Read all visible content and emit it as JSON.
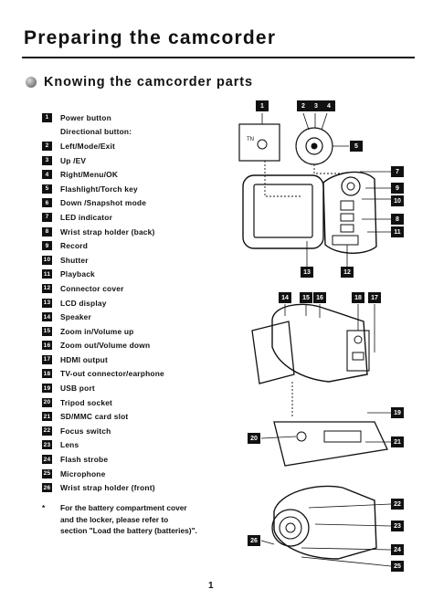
{
  "header": {
    "title": "Preparing the camcorder",
    "section_title": "Knowing the camcorder parts"
  },
  "parts": [
    {
      "num": "1",
      "label": "Power button"
    },
    {
      "num": "",
      "label": "Directional button:"
    },
    {
      "num": "2",
      "label": "Left/Mode/Exit"
    },
    {
      "num": "3",
      "label": "Up /EV"
    },
    {
      "num": "4",
      "label": "Right/Menu/OK"
    },
    {
      "num": "5",
      "label": "Flashlight/Torch key"
    },
    {
      "num": "6",
      "label": "Down /Snapshot mode"
    },
    {
      "num": "7",
      "label": "LED indicator"
    },
    {
      "num": "8",
      "label": "Wrist strap holder (back)"
    },
    {
      "num": "9",
      "label": "Record"
    },
    {
      "num": "10",
      "label": "Shutter"
    },
    {
      "num": "11",
      "label": "Playback"
    },
    {
      "num": "12",
      "label": "Connector cover"
    },
    {
      "num": "13",
      "label": "LCD display"
    },
    {
      "num": "14",
      "label": "Speaker"
    },
    {
      "num": "15",
      "label": "Zoom in/Volume up"
    },
    {
      "num": "16",
      "label": "Zoom out/Volume down"
    },
    {
      "num": "17",
      "label": "HDMI output"
    },
    {
      "num": "18",
      "label": "TV-out connector/earphone"
    },
    {
      "num": "19",
      "label": "USB port"
    },
    {
      "num": "20",
      "label": "Tripod socket"
    },
    {
      "num": "21",
      "label": "SD/MMC card slot"
    },
    {
      "num": "22",
      "label": "Focus switch"
    },
    {
      "num": "23",
      "label": "Lens"
    },
    {
      "num": "24",
      "label": "Flash strobe"
    },
    {
      "num": "25",
      "label": "Microphone"
    },
    {
      "num": "26",
      "label": "Wrist strap holder (front)"
    }
  ],
  "footnote": {
    "marker": "*",
    "lines": [
      "For the battery compartment cover",
      "and the locker, please refer to",
      "section \"Load the battery (batteries)\"."
    ]
  },
  "figure": {
    "callouts": [
      "1",
      "2",
      "3",
      "4",
      "5",
      "7",
      "9",
      "10",
      "8",
      "11",
      "13",
      "12",
      "14",
      "15",
      "16",
      "18",
      "17",
      "19",
      "20",
      "21",
      "22",
      "23",
      "24",
      "25",
      "26"
    ],
    "button_label": "TN"
  },
  "page_number": "1"
}
